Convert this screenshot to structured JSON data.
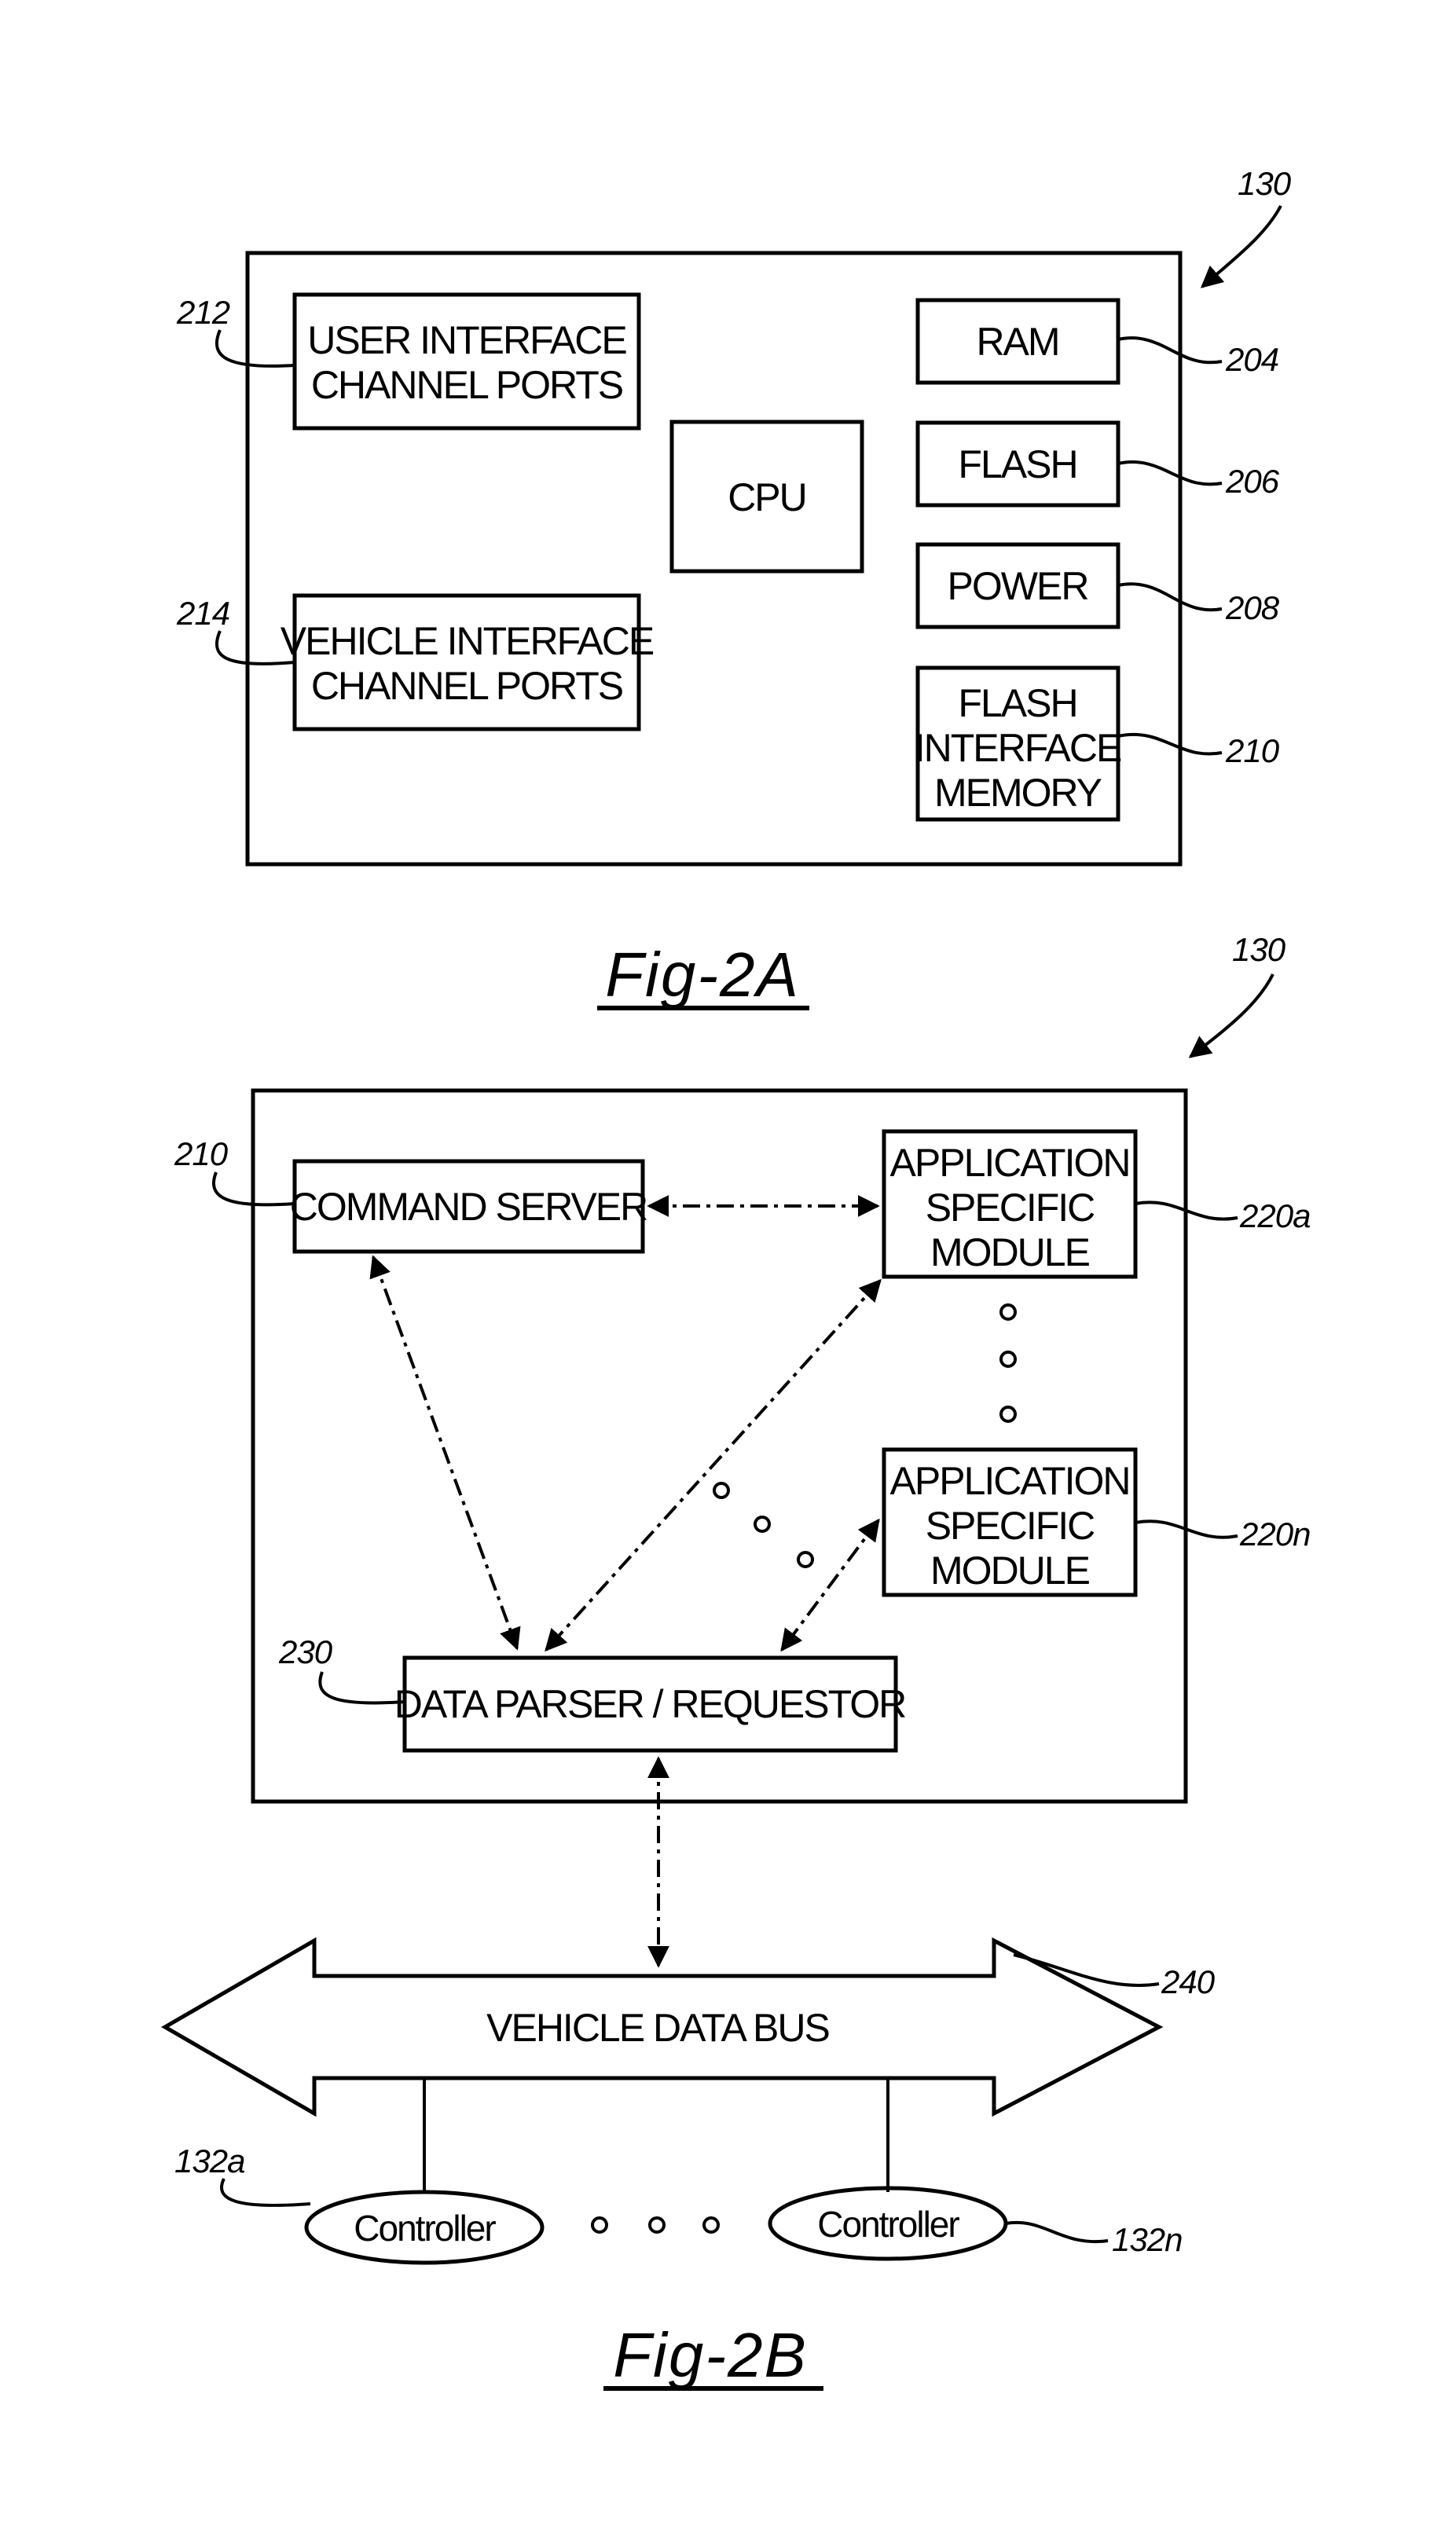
{
  "fig2a": {
    "caption": "Fig-2A",
    "ref_module": "130",
    "ref_user_ports": "212",
    "ref_vehicle_ports": "214",
    "ref_ram": "204",
    "ref_flash": "206",
    "ref_power": "208",
    "ref_flash_mem": "210",
    "user_ports": [
      "USER INTERFACE",
      "CHANNEL PORTS"
    ],
    "vehicle_ports": [
      "VEHICLE INTERFACE",
      "CHANNEL PORTS"
    ],
    "cpu": "CPU",
    "ram": "RAM",
    "flash": "FLASH",
    "power": "POWER",
    "flash_mem": [
      "FLASH",
      "INTERFACE",
      "MEMORY"
    ]
  },
  "fig2b": {
    "caption": "Fig-2B",
    "ref_module": "130",
    "ref_command_server": "210",
    "ref_app_a": "220a",
    "ref_app_n": "220n",
    "ref_parser": "230",
    "ref_bus": "240",
    "ref_ctrl_a": "132a",
    "ref_ctrl_n": "132n",
    "command_server": "COMMAND SERVER",
    "app_a": [
      "APPLICATION",
      "SPECIFIC",
      "MODULE"
    ],
    "app_n": [
      "APPLICATION",
      "SPECIFIC",
      "MODULE"
    ],
    "parser": "DATA PARSER / REQUESTOR",
    "bus": "VEHICLE DATA BUS",
    "controller_a": "Controller",
    "controller_n": "Controller"
  }
}
